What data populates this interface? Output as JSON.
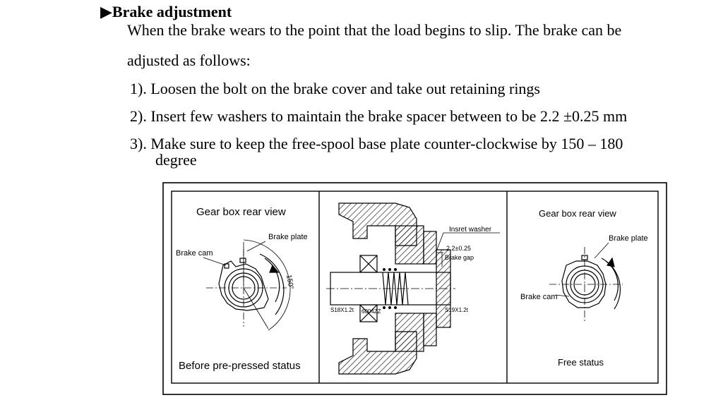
{
  "section": {
    "title": "Brake adjustment",
    "intro_line1": "When the brake wears to the point that the load begins to slip. The brake can be",
    "intro_line2": "adjusted as follows:",
    "steps": [
      "1). Loosen the bolt on the brake cover and take out retaining rings",
      "2). Insert few washers to maintain the brake spacer between to be 2.2 ±0.25 mm",
      "3). Make sure to keep the free-spool base plate counter-clockwise by 150 – 180"
    ],
    "step3_cont": "degree"
  },
  "figure": {
    "left": {
      "title": "Gear box rear view",
      "brake_plate": "Brake plate",
      "brake_cam": "Brake cam",
      "angle": "150°",
      "caption": "Before pre-pressed status"
    },
    "center": {
      "insert_washer": "Insret washer",
      "gap_value": "2.2±0.25",
      "gap_label": "Brake gap",
      "seal_left": "S18X1.2t",
      "bearing": "6004ZZ",
      "seal_right": "S19X1.2t"
    },
    "right": {
      "title": "Gear box rear view",
      "brake_plate": "Brake plate",
      "brake_cam": "Brake cam",
      "caption": "Free status"
    }
  }
}
